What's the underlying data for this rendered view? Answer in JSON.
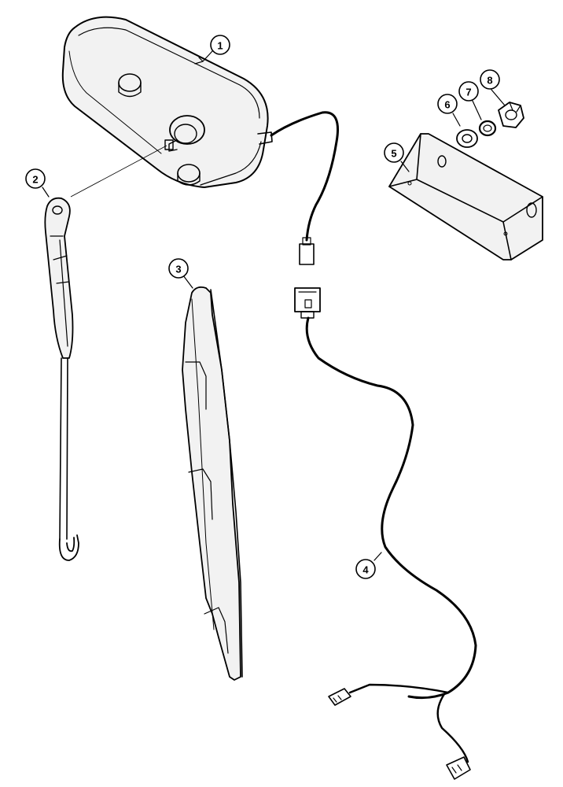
{
  "callouts": [
    {
      "id": "1",
      "part": "wiper-motor"
    },
    {
      "id": "2",
      "part": "wiper-arm"
    },
    {
      "id": "3",
      "part": "wiper-blade"
    },
    {
      "id": "4",
      "part": "wiring-harness"
    },
    {
      "id": "5",
      "part": "mounting-bracket"
    },
    {
      "id": "6",
      "part": "flat-washer"
    },
    {
      "id": "7",
      "part": "lock-washer"
    },
    {
      "id": "8",
      "part": "hex-nut"
    }
  ],
  "colors": {
    "ink": "#000000",
    "shade": "#f2f2f2",
    "background": "#ffffff"
  }
}
